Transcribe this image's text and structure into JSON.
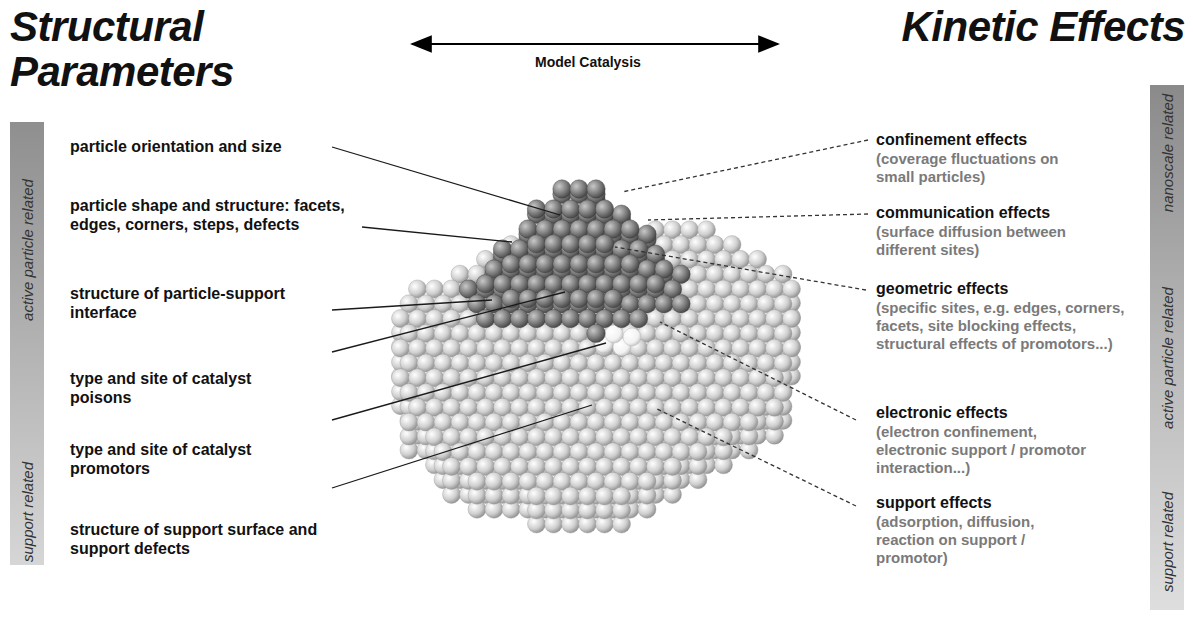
{
  "diagram": {
    "nodes": [
      {
        "text": [
          "active particle related",
          "support related"
        ]
      },
      {
        "text": [
          "nanoscale related",
          "active particle related",
          "support related"
        ]
      }
    ],
    "labels": [
      "Structural Parameters",
      "Model Catalysis",
      "Kinetic Effects",
      "particle orientation and size",
      "particle shape and structure: facets, edges, corners, steps, defects",
      "structure of particle-support interface",
      "type and site of catalyst poisons",
      "type and site of catalyst promotors",
      "structure of support surface and support defects",
      "confinement effects",
      "(coverage fluctuations on small particles)",
      "communication effects",
      "(surface diffusion between different sites)",
      "geometric effects",
      "(specific sites, e.g. edges, corners, facets, site blocking effects, structural effects of promotors...)",
      "electronic effects",
      "(electron confinement, electronic support / promotor interaction...)",
      "support effects",
      "(adsorption, diffusion, reaction on support / promotor)"
    ]
  }
}
